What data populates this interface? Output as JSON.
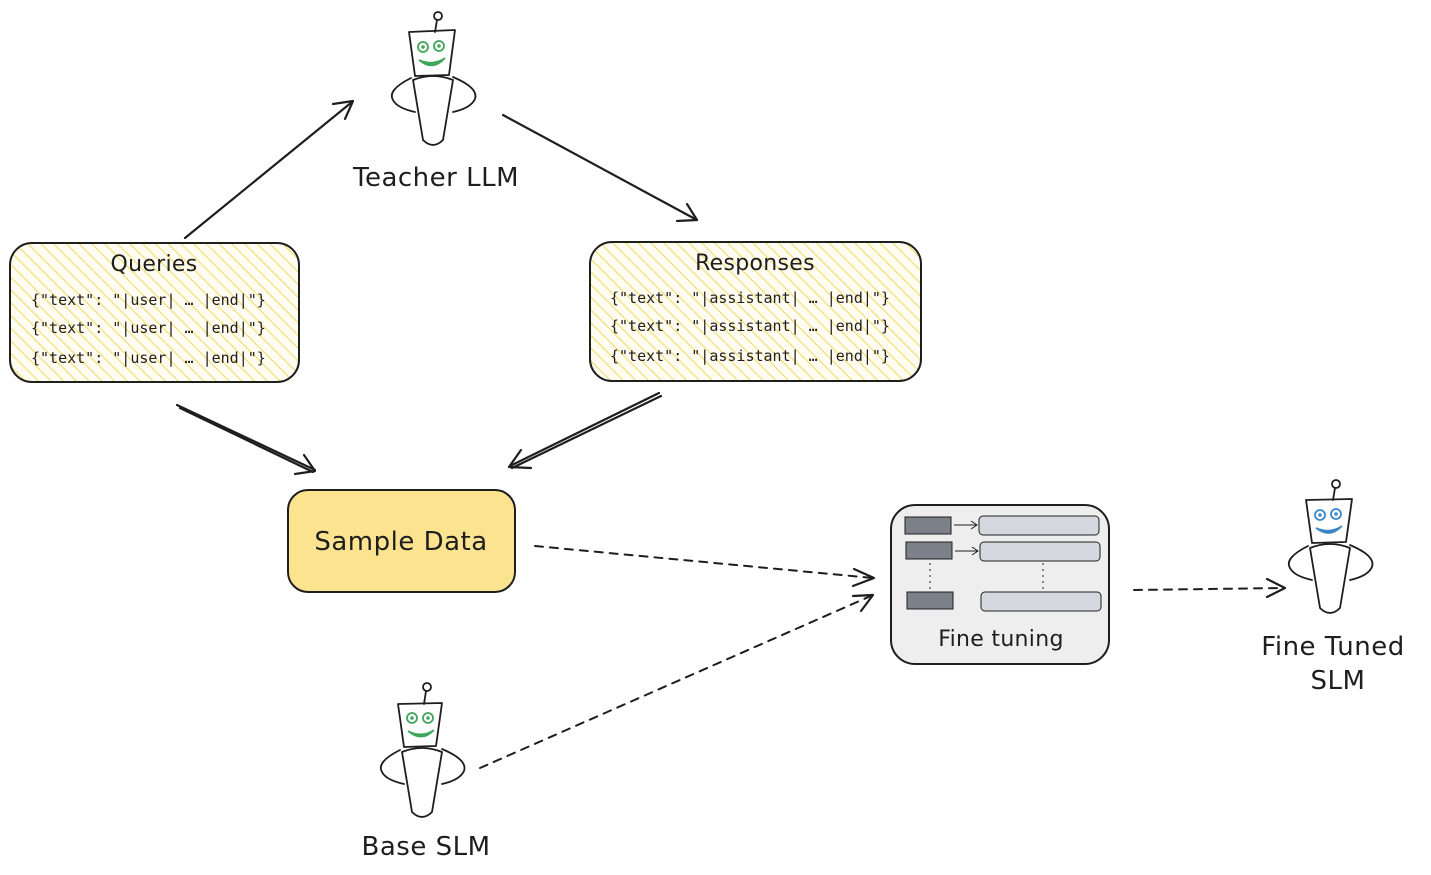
{
  "nodes": {
    "teacher": {
      "label": "Teacher LLM"
    },
    "base": {
      "label": "Base SLM"
    },
    "finetuned": {
      "label_line1": "Fine Tuned",
      "label_line2": "SLM"
    },
    "queries": {
      "title": "Queries",
      "lines": [
        "{\"text\": \"|user| … |end|\"}",
        "{\"text\": \"|user| … |end|\"}",
        "{\"text\": \"|user| … |end|\"}"
      ]
    },
    "responses": {
      "title": "Responses",
      "lines": [
        "{\"text\": \"|assistant| … |end|\"}",
        "{\"text\": \"|assistant| … |end|\"}",
        "{\"text\": \"|assistant| … |end|\"}"
      ]
    },
    "sample": {
      "label": "Sample Data"
    },
    "finetuning": {
      "label": "Fine tuning"
    }
  },
  "colors": {
    "hatch_yellow": "#f3e27a",
    "sample_fill": "#fbe38f",
    "finetune_fill": "#eeeeee",
    "block_dark": "#7b8089",
    "block_light": "#d5d8de",
    "robot_green": "#3fa65a",
    "robot_green_fill": "#d7f2dd",
    "robot_blue": "#3a86c8",
    "robot_blue_fill": "#d6e8f7"
  },
  "icons": {
    "teacher": "robot-icon",
    "base": "robot-icon",
    "finetuned": "robot-icon"
  }
}
